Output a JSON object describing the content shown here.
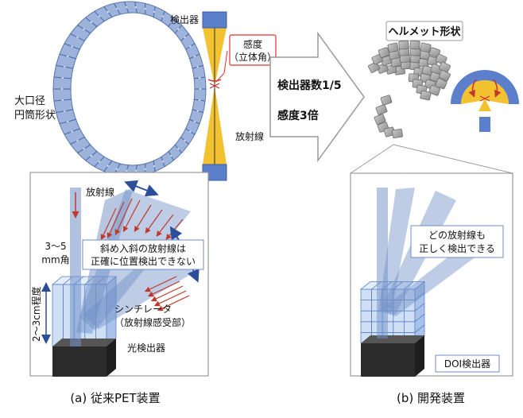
{
  "ring_label": [
    "大口径",
    "円筒形状"
  ],
  "detector_label": "検出器",
  "sensitivity_callout": [
    "感度",
    "（立体角）"
  ],
  "radiation_label": "放射線",
  "arrow_text": [
    "検出器数1/5",
    "感度3倍"
  ],
  "helmet_title": "ヘルメット形状",
  "conventional": {
    "radiation_label": "放射線",
    "size_label": [
      "3～5",
      "mm角"
    ],
    "oblique_callout": [
      "斜め入斜の放射線は",
      "正確に位置検出できない"
    ],
    "depth_label": "2～3cm程度",
    "scintillator_label": [
      "シンチレータ",
      "（放射線感受部）"
    ],
    "photodetector_label": "光検出器"
  },
  "developed": {
    "callout": [
      "どの放射線も",
      "正しく検出できる"
    ],
    "doi_label": "DOI検出器"
  },
  "caption_a": "(a) 従来PET装置",
  "caption_b": "(b) 開発装置",
  "colors": {
    "detector_blue": "#5b7fcb",
    "cone_yellow": "#f2c230",
    "beam_blue": "#6f8fc6",
    "callout_red": "#e03030",
    "crystal_blue": "#cfe0f5",
    "photodetector": "#2b2b2b"
  }
}
